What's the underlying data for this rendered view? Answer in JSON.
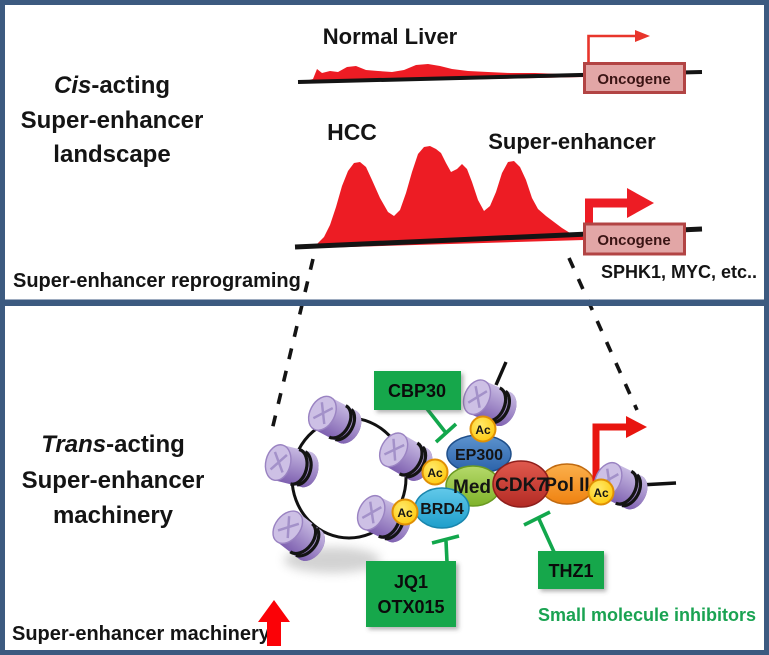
{
  "top_panel": {
    "side_title": {
      "italic": "Cis",
      "rest": "-acting",
      "line2": "Super-enhancer",
      "line3": "landscape"
    },
    "normal": {
      "title": "Normal Liver",
      "gene": "Oncogene"
    },
    "hcc": {
      "title": "HCC",
      "enhancer_label": "Super-enhancer",
      "gene": "Oncogene"
    },
    "caption": "Super-enhancer  reprograming",
    "genes_note": "SPHK1, MYC, etc.."
  },
  "bottom_panel": {
    "side_title": {
      "italic": "Trans",
      "rest": "-acting",
      "line2": "Super-enhancer",
      "line3": "machinery"
    },
    "caption": "Super-enhancer  machinery",
    "proteins": {
      "ep300": "EP300",
      "med": "Med",
      "cdk7": "CDK7",
      "pol2": "Pol II",
      "brd4": "BRD4"
    },
    "ac": "Ac",
    "inhibitors": {
      "cbp30": "CBP30",
      "jq1": "JQ1",
      "otx015": "OTX015",
      "thz1": "THZ1"
    },
    "note": "Small molecule inhibitors"
  },
  "colors": {
    "frame": "#3c5a80",
    "red": "#ed1c24",
    "green_box": "#12a74c",
    "green_text": "#1aa352",
    "oncogene_fill": "#e2a6a6",
    "oncogene_border": "#b24444",
    "ep300_blue": "#2e66ad",
    "med_green": "#7fb32a",
    "cdk7_red": "#b32a24",
    "pol2_orange": "#ef8211",
    "brd4_cyan": "#1e9ecb",
    "ac_yellow": "#fec500",
    "nucleosome_purple": "#8a6cba"
  }
}
